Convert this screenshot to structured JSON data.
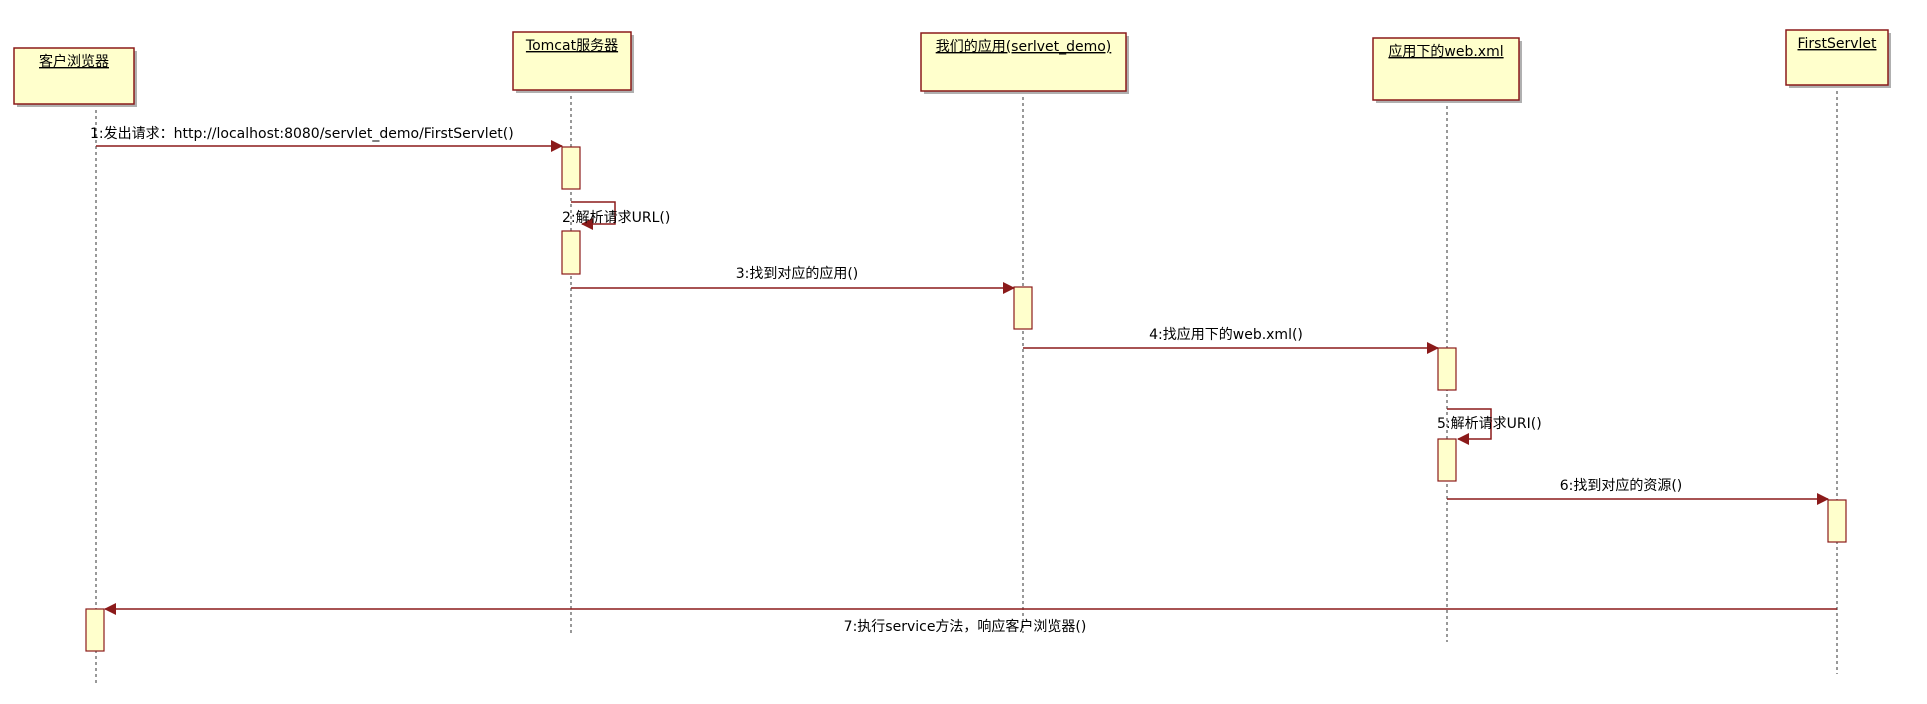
{
  "colors": {
    "box_fill": "#ffffcc",
    "box_stroke": "#8b1a1a",
    "message_line": "#8b1a1a",
    "lifeline": "#333333",
    "text": "#000000"
  },
  "participants": [
    {
      "id": "browser",
      "label": "客户浏览器"
    },
    {
      "id": "tomcat",
      "label": "Tomcat服务器"
    },
    {
      "id": "app",
      "label": "我们的应用(serlvet_demo)"
    },
    {
      "id": "webxml",
      "label": "应用下的web.xml"
    },
    {
      "id": "servlet",
      "label": "FirstServlet"
    }
  ],
  "messages": [
    {
      "seq": "1",
      "text": "发出请求：http://localhost:8080/servlet_demo/FirstServlet()",
      "from": "browser",
      "to": "tomcat",
      "kind": "call"
    },
    {
      "seq": "2",
      "text": "解析请求URL()",
      "from": "tomcat",
      "to": "tomcat",
      "kind": "self"
    },
    {
      "seq": "3",
      "text": "找到对应的应用()",
      "from": "tomcat",
      "to": "app",
      "kind": "call"
    },
    {
      "seq": "4",
      "text": "找应用下的web.xml()",
      "from": "app",
      "to": "webxml",
      "kind": "call"
    },
    {
      "seq": "5",
      "text": "解析请求URI()",
      "from": "webxml",
      "to": "webxml",
      "kind": "self"
    },
    {
      "seq": "6",
      "text": "找到对应的资源()",
      "from": "webxml",
      "to": "servlet",
      "kind": "call"
    },
    {
      "seq": "7",
      "text": "执行service方法，响应客户浏览器()",
      "from": "servlet",
      "to": "browser",
      "kind": "call"
    }
  ]
}
